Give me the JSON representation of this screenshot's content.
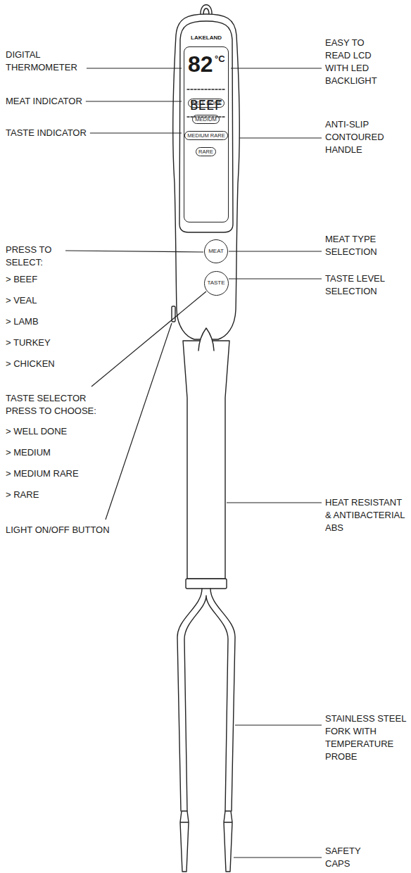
{
  "diagram": {
    "nodes": [
      {
        "text": [
          "82",
          "°C",
          "BEEF"
        ]
      },
      {
        "text": [
          "WELL DONE"
        ],
        "in": 0
      },
      {
        "text": [
          "MEDIUM"
        ],
        "in": 0
      },
      {
        "text": [
          "MEDIUM RARE"
        ],
        "in": 0
      },
      {
        "text": [
          "RARE"
        ],
        "in": 0
      },
      {
        "text": [
          "MEAT"
        ]
      },
      {
        "text": [
          "TASTE"
        ]
      }
    ],
    "labels": [
      "LAKELAND",
      "DIGITAL THERMOMETER",
      "MEAT INDICATOR",
      "TASTE INDICATOR",
      "EASY TO READ LCD WITH LED BACKLIGHT",
      "ANTI-SLIP CONTOURED HANDLE",
      "MEAT TYPE SELECTION",
      "TASTE LEVEL SELECTION",
      "PRESS TO SELECT:",
      "> BEEF",
      "> VEAL",
      "> LAMB",
      "> TURKEY",
      "> CHICKEN",
      "TASTE SELECTOR PRESS TO CHOOSE:",
      "> WELL DONE",
      "> MEDIUM",
      "> MEDIUM RARE",
      "> RARE",
      "LIGHT ON/OFF BUTTON",
      "HEAT RESISTANT & ANTIBACTERIAL ABS",
      "STAINLESS STEEL FORK WITH TEMPERATURE PROBE",
      "SAFETY CAPS"
    ]
  }
}
